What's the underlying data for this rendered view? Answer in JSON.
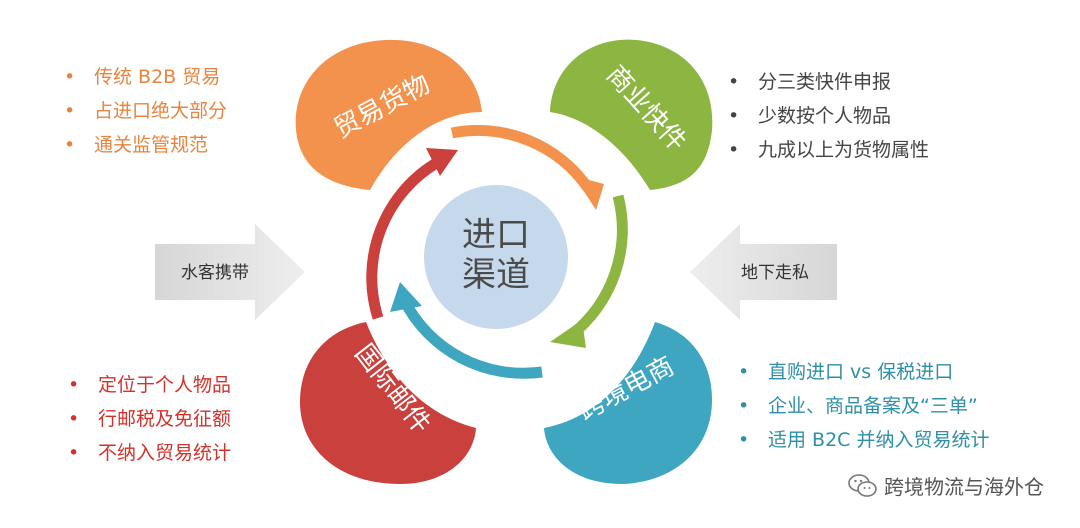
{
  "center": {
    "line1": "进口",
    "line2": "渠道"
  },
  "petals": [
    {
      "key": "trade",
      "label": "贸易货物",
      "color": "#f2924c"
    },
    {
      "key": "express",
      "label": "商业快件",
      "color": "#8db542"
    },
    {
      "key": "ecommerce",
      "label": "跨境电商",
      "color": "#3ea6c1"
    },
    {
      "key": "postal",
      "label": "国际邮件",
      "color": "#c9403c"
    }
  ],
  "side_arrows": {
    "left": "水客携带",
    "right": "地下走私"
  },
  "lists": {
    "trade": {
      "color": "#e8843e",
      "items": [
        "传统 B2B 贸易",
        "占进口绝大部分",
        "通关监管规范"
      ]
    },
    "express": {
      "color": "#444444",
      "items": [
        "分三类快件申报",
        "少数按个人物品",
        "九成以上为货物属性"
      ]
    },
    "postal": {
      "color": "#d1322b",
      "items": [
        "定位于个人物品",
        "行邮税及免征额",
        "不纳入贸易统计"
      ]
    },
    "ecommerce": {
      "color": "#2f8fa6",
      "items": [
        "直购进口 vs 保税进口",
        "企业、商品备案及“三单”",
        "适用 B2C 并纳入贸易统计"
      ]
    }
  },
  "bullet_char": "•",
  "watermark": {
    "text": "跨境物流与海外仓",
    "icon": "wechat-icon"
  }
}
